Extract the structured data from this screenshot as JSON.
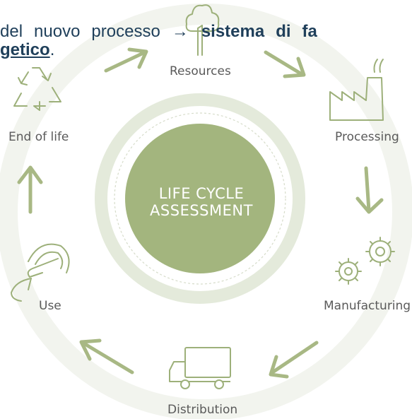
{
  "header": {
    "line1": {
      "w1": "del",
      "w2": "nuovo",
      "w3": "processo",
      "arrow": "→",
      "w4": "sistema",
      "w5": "di",
      "w6": "fa"
    },
    "line2": {
      "w1": "getico",
      "w2": "."
    }
  },
  "diagram": {
    "center": {
      "line1": "LIFE CYCLE",
      "line2": "ASSESSMENT"
    },
    "stages": {
      "resources": "Resources",
      "processing": "Processing",
      "manufacturing": "Manufacturing",
      "distribution": "Distribution",
      "use": "Use",
      "end_of_life": "End of life"
    }
  },
  "colors": {
    "accent": "#a3b57e",
    "ring": "#dfe6d0",
    "text": "#5a5a5a",
    "header": "#1f3f5a"
  }
}
